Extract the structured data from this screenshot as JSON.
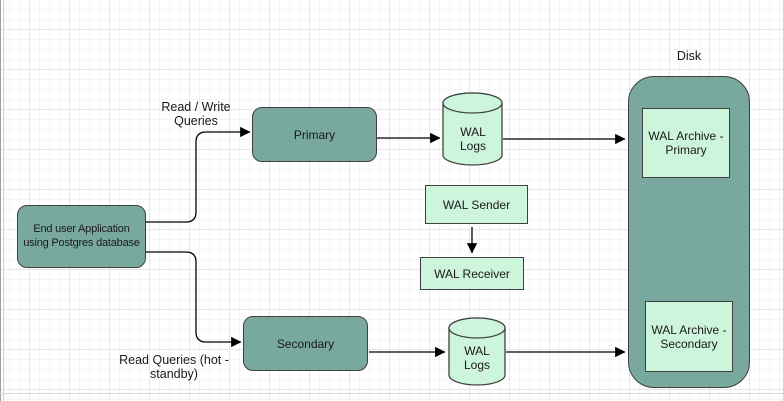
{
  "colors": {
    "node_fill": "#78a89e",
    "node_stroke": "#404040",
    "accent_fill": "#cdf5dc",
    "connector": "#000000"
  },
  "nodes": {
    "end_user_app": {
      "lines": [
        "End user Application",
        "using Postgres database"
      ]
    },
    "primary": {
      "label": "Primary"
    },
    "secondary": {
      "label": "Secondary"
    },
    "wal_logs_primary": {
      "lines": [
        "WAL",
        "Logs"
      ]
    },
    "wal_logs_secondary": {
      "lines": [
        "WAL",
        "Logs"
      ]
    },
    "wal_sender": {
      "label": "WAL Sender"
    },
    "wal_receiver": {
      "label": "WAL Receiver"
    },
    "disk": {
      "label": "Disk"
    },
    "wal_archive_primary": {
      "lines": [
        "WAL Archive -",
        "Primary"
      ]
    },
    "wal_archive_secondary": {
      "lines": [
        "WAL Archive -",
        "Secondary"
      ]
    }
  },
  "edge_labels": {
    "read_write": {
      "lines": [
        "Read / Write",
        "Queries"
      ]
    },
    "read_queries": {
      "lines": [
        "Read Queries (hot -",
        "standby)"
      ]
    }
  }
}
